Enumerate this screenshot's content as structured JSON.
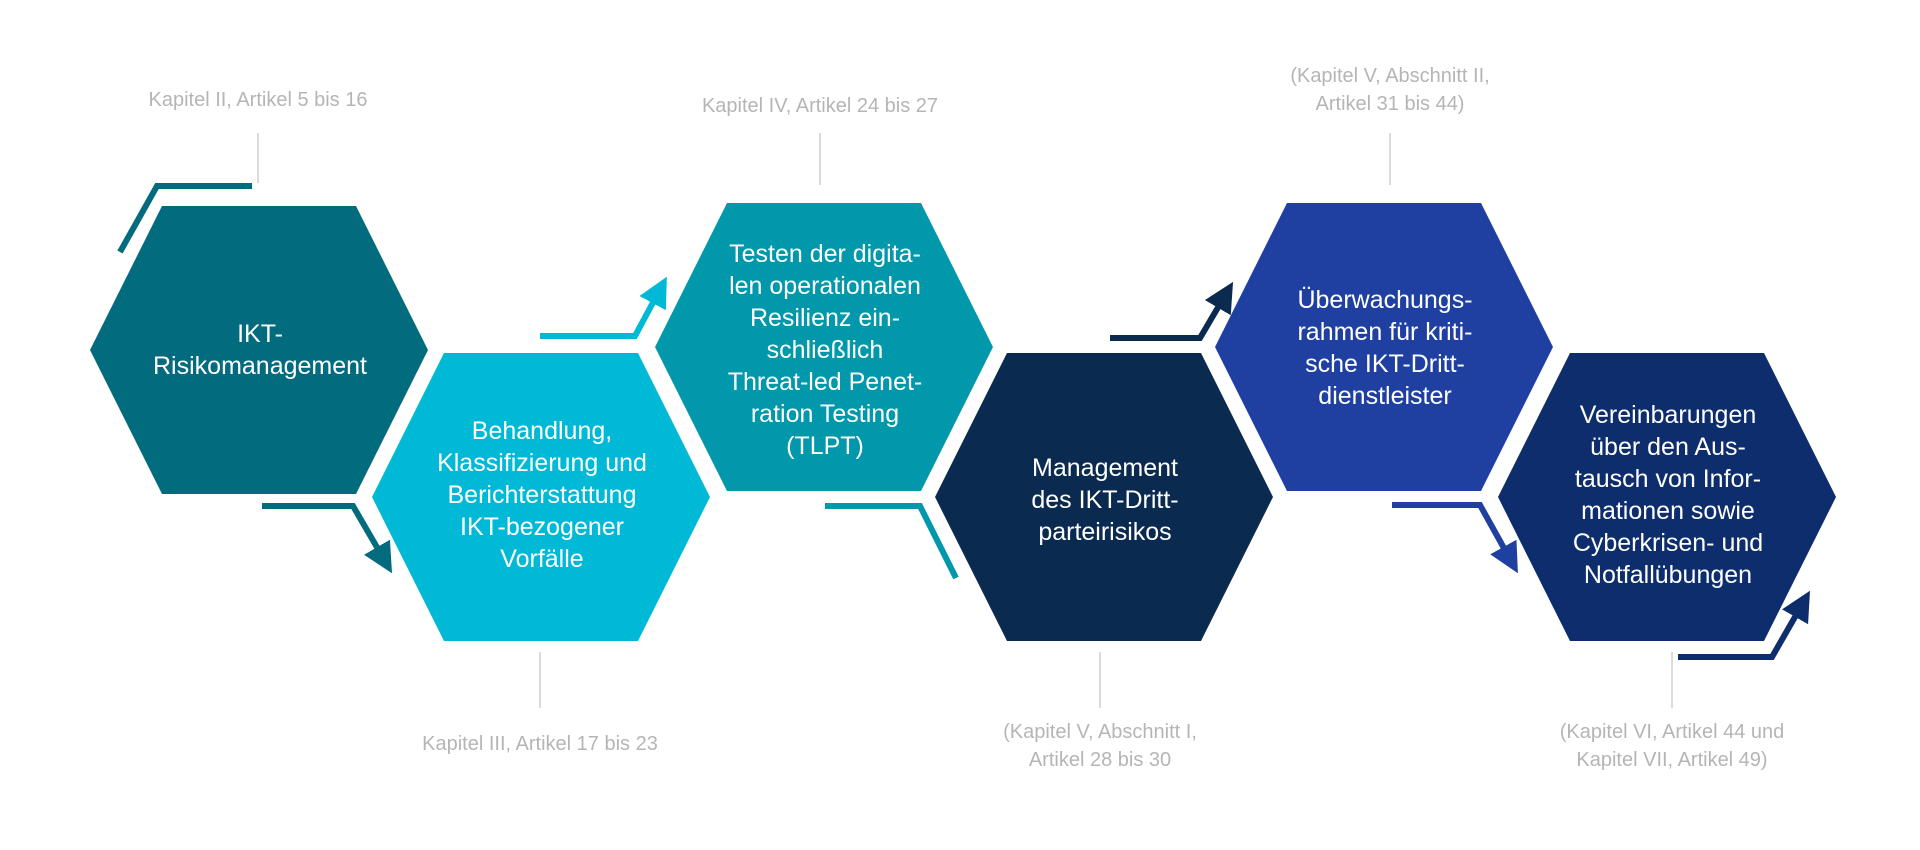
{
  "colors": {
    "teal_dark": "#036b7e",
    "cyan": "#00b9d6",
    "teal": "#0098aa",
    "navy": "#0b2a4f",
    "blue": "#1f40a0",
    "navy_blue": "#0e2d6c",
    "ref_text": "#b5b5b5",
    "connector": "#cfcfcf"
  },
  "hexagons": [
    {
      "label": "IKT-\nRisikomanagement",
      "color": "teal_dark"
    },
    {
      "label": "Behandlung,\nKlassifizierung und\nBerichterstattung\nIKT-bezogener\nVorfälle",
      "color": "cyan"
    },
    {
      "label": "Testen der digita-\nlen operationalen\nResilienz ein-\nschließlich\nThreat-led Penet-\nration Testing\n(TLPT)",
      "color": "teal"
    },
    {
      "label": "Management\ndes IKT-Dritt-\nparteirisikos",
      "color": "navy"
    },
    {
      "label": "Überwachungs-\nrahmen für kriti-\nsche IKT-Dritt-\ndienstleister",
      "color": "blue"
    },
    {
      "label": "Vereinbarungen\nüber den Aus-\ntausch von Infor-\nmationen sowie\nCyberkrisen- und\nNotfallübungen",
      "color": "navy_blue"
    }
  ],
  "references": [
    "Kapitel II, Artikel 5 bis 16",
    "Kapitel III, Artikel 17 bis 23",
    "Kapitel IV, Artikel 24 bis 27",
    "(Kapitel V, Abschnitt I,\nArtikel 28 bis 30",
    "(Kapitel V, Abschnitt II,\nArtikel 31 bis 44)",
    "(Kapitel VI, Artikel 44 und\nKapitel VII, Artikel 49)"
  ]
}
